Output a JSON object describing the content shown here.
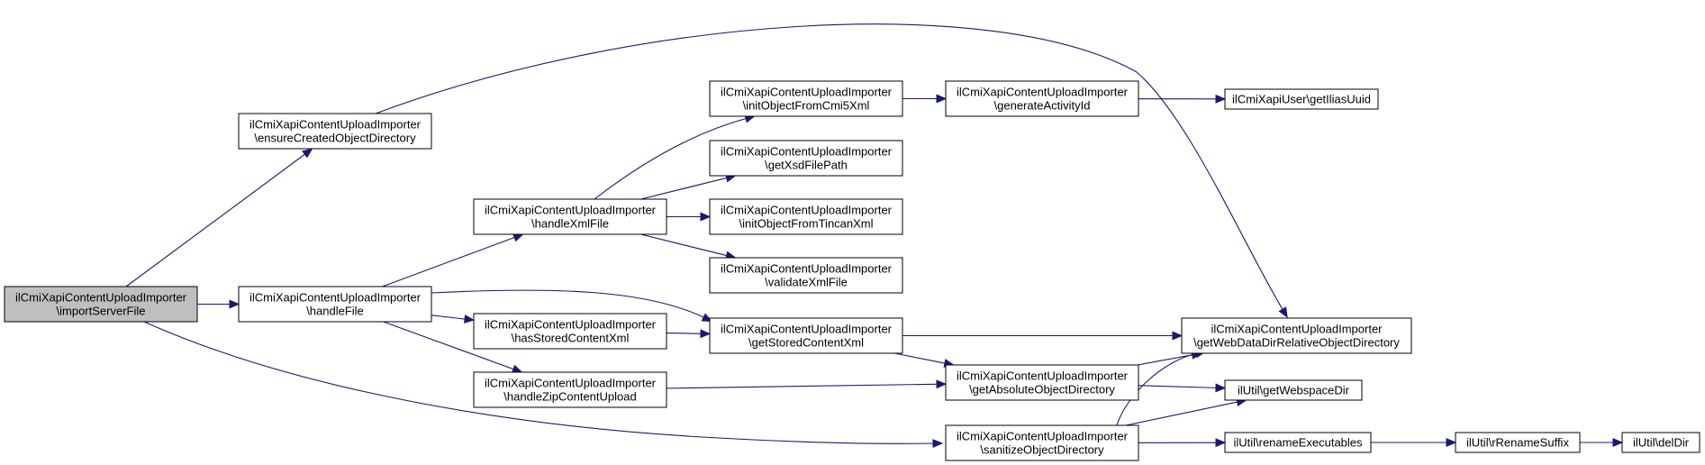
{
  "colors": {
    "edge": "#191970",
    "root_fill": "#bfbfbf",
    "node_fill": "#ffffff"
  },
  "nodes": {
    "importServerFile": [
      "ilCmiXapiContentUploadImporter",
      "\\importServerFile"
    ],
    "ensureCreatedObjectDirectory": [
      "ilCmiXapiContentUploadImporter",
      "\\ensureCreatedObjectDirectory"
    ],
    "handleFile": [
      "ilCmiXapiContentUploadImporter",
      "\\handleFile"
    ],
    "handleXmlFile": [
      "ilCmiXapiContentUploadImporter",
      "\\handleXmlFile"
    ],
    "hasStoredContentXml": [
      "ilCmiXapiContentUploadImporter",
      "\\hasStoredContentXml"
    ],
    "handleZipContentUpload": [
      "ilCmiXapiContentUploadImporter",
      "\\handleZipContentUpload"
    ],
    "initObjectFromCmi5Xml": [
      "ilCmiXapiContentUploadImporter",
      "\\initObjectFromCmi5Xml"
    ],
    "getXsdFilePath": [
      "ilCmiXapiContentUploadImporter",
      "\\getXsdFilePath"
    ],
    "initObjectFromTincanXml": [
      "ilCmiXapiContentUploadImporter",
      "\\initObjectFromTincanXml"
    ],
    "validateXmlFile": [
      "ilCmiXapiContentUploadImporter",
      "\\validateXmlFile"
    ],
    "getStoredContentXml": [
      "ilCmiXapiContentUploadImporter",
      "\\getStoredContentXml"
    ],
    "generateActivityId": [
      "ilCmiXapiContentUploadImporter",
      "\\generateActivityId"
    ],
    "getAbsoluteObjectDirectory": [
      "ilCmiXapiContentUploadImporter",
      "\\getAbsoluteObjectDirectory"
    ],
    "sanitizeObjectDirectory": [
      "ilCmiXapiContentUploadImporter",
      "\\sanitizeObjectDirectory"
    ],
    "getIliasUuid": [
      "ilCmiXapiUser\\getIliasUuid"
    ],
    "getWebDataDirRelativeObjectDirectory": [
      "ilCmiXapiContentUploadImporter",
      "\\getWebDataDirRelativeObjectDirectory"
    ],
    "getWebspaceDir": [
      "ilUtil\\getWebspaceDir"
    ],
    "renameExecutables": [
      "ilUtil\\renameExecutables"
    ],
    "rRenameSuffix": [
      "ilUtil\\rRenameSuffix"
    ],
    "delDir": [
      "ilUtil\\delDir"
    ]
  },
  "edges": [
    [
      "importServerFile",
      "ensureCreatedObjectDirectory"
    ],
    [
      "importServerFile",
      "handleFile"
    ],
    [
      "importServerFile",
      "sanitizeObjectDirectory"
    ],
    [
      "ensureCreatedObjectDirectory",
      "getWebDataDirRelativeObjectDirectory"
    ],
    [
      "handleFile",
      "handleXmlFile"
    ],
    [
      "handleFile",
      "getStoredContentXml"
    ],
    [
      "handleFile",
      "hasStoredContentXml"
    ],
    [
      "handleFile",
      "handleZipContentUpload"
    ],
    [
      "handleXmlFile",
      "initObjectFromCmi5Xml"
    ],
    [
      "handleXmlFile",
      "getXsdFilePath"
    ],
    [
      "handleXmlFile",
      "initObjectFromTincanXml"
    ],
    [
      "handleXmlFile",
      "validateXmlFile"
    ],
    [
      "initObjectFromCmi5Xml",
      "generateActivityId"
    ],
    [
      "generateActivityId",
      "getIliasUuid"
    ],
    [
      "hasStoredContentXml",
      "getStoredContentXml"
    ],
    [
      "getStoredContentXml",
      "getWebDataDirRelativeObjectDirectory"
    ],
    [
      "getStoredContentXml",
      "getAbsoluteObjectDirectory"
    ],
    [
      "handleZipContentUpload",
      "getAbsoluteObjectDirectory"
    ],
    [
      "getAbsoluteObjectDirectory",
      "getWebDataDirRelativeObjectDirectory"
    ],
    [
      "getAbsoluteObjectDirectory",
      "getWebspaceDir"
    ],
    [
      "sanitizeObjectDirectory",
      "getWebDataDirRelativeObjectDirectory"
    ],
    [
      "sanitizeObjectDirectory",
      "getWebspaceDir"
    ],
    [
      "sanitizeObjectDirectory",
      "renameExecutables"
    ],
    [
      "renameExecutables",
      "rRenameSuffix"
    ],
    [
      "rRenameSuffix",
      "delDir"
    ]
  ]
}
